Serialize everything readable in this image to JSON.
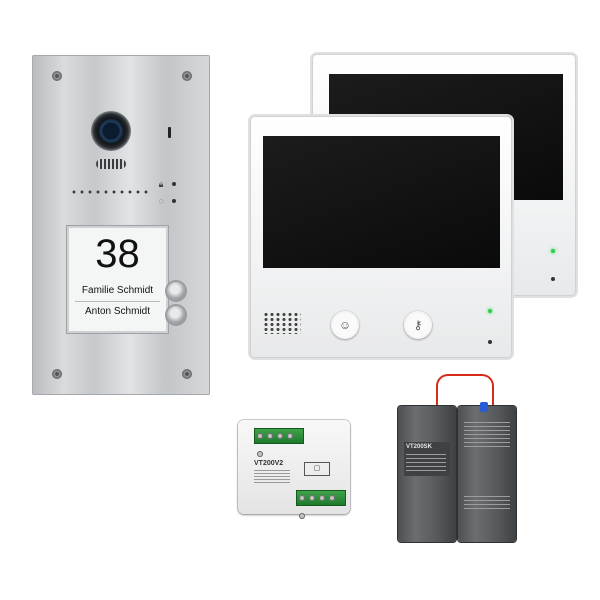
{
  "door_station": {
    "house_number": "38",
    "names": [
      "Familie Schmidt",
      "Anton Schmidt"
    ]
  },
  "video_distributor": {
    "model": "VT200V2"
  },
  "power_supply": {
    "model": "VT200SK"
  }
}
